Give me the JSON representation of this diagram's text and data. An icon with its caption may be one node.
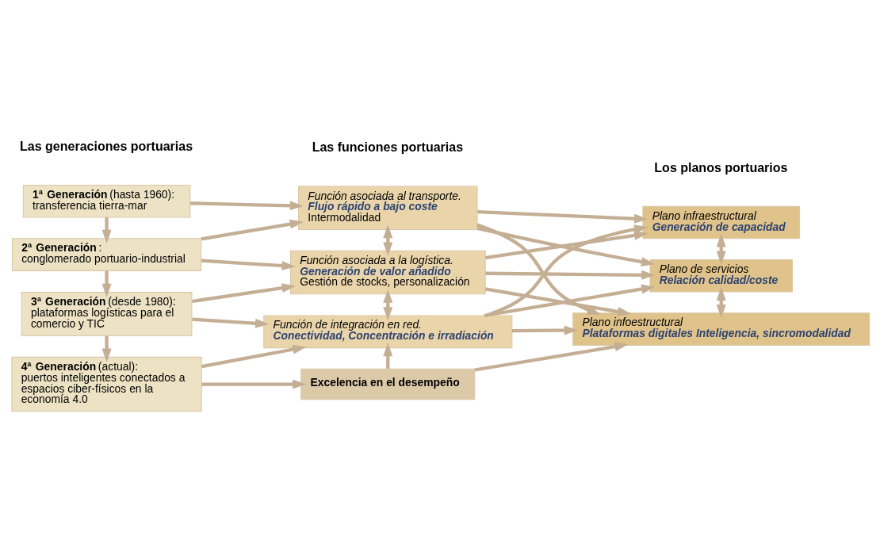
{
  "diagram": {
    "nodes": [
      {
        "text": [
          "**1ª Generación** (hasta 1960):",
          "transferencia tierra-mar"
        ]
      },
      {
        "text": [
          "**2ª Generación**:",
          "conglomerado portuario-industrial"
        ]
      },
      {
        "text": [
          "**3ª Generación** (desde 1980):",
          "plataformas logísticas para el comercio y TIC"
        ]
      },
      {
        "text": [
          "**4ª Generación** (actual):",
          "puertos inteligentes conectados a espacios ciber-físicos en la economía 4.0"
        ]
      },
      {
        "text": [
          "Función asociada al transporte.",
          "Flujo rápido a bajo coste",
          "Intermodalidad"
        ]
      },
      {
        "text": [
          "Función asociada a la logística.",
          "Generación de valor añadido",
          "Gestión de stocks, personalización"
        ]
      },
      {
        "text": [
          "Función de integración en red.",
          "Conectividad, Concentración e irradiación"
        ]
      },
      {
        "text": [
          "Plano infraestructural",
          "Generación de capacidad"
        ]
      },
      {
        "text": [
          "Plano de servicios",
          "Relación calidad/coste"
        ]
      },
      {
        "text": [
          "Plano infoestructural",
          "Plataformas digitales Inteligencia, sincromodalidad"
        ]
      },
      {
        "text": [
          "Excelencia en el desempeño"
        ]
      }
    ],
    "edges": [
      {
        "from": 0,
        "to": 1,
        "arrow": "to"
      },
      {
        "from": 1,
        "to": 2,
        "arrow": "to"
      },
      {
        "from": 2,
        "to": 3,
        "arrow": "to"
      },
      {
        "from": 0,
        "to": 4,
        "arrow": "to"
      },
      {
        "from": 1,
        "to": 4,
        "arrow": "to"
      },
      {
        "from": 1,
        "to": 5,
        "arrow": "to"
      },
      {
        "from": 2,
        "to": 5,
        "arrow": "to"
      },
      {
        "from": 2,
        "to": 6,
        "arrow": "to"
      },
      {
        "from": 3,
        "to": 6,
        "arrow": "to"
      },
      {
        "from": 4,
        "to": 5,
        "arrow": "both"
      },
      {
        "from": 5,
        "to": 6,
        "arrow": "both"
      },
      {
        "from": 4,
        "to": 7,
        "arrow": "to"
      },
      {
        "from": 4,
        "to": 8,
        "arrow": "to"
      },
      {
        "from": 4,
        "to": 9,
        "arrow": "to"
      },
      {
        "from": 5,
        "to": 7,
        "arrow": "to"
      },
      {
        "from": 5,
        "to": 8,
        "arrow": "to"
      },
      {
        "from": 5,
        "to": 9,
        "arrow": "to"
      },
      {
        "from": 6,
        "to": 7,
        "arrow": "to"
      },
      {
        "from": 6,
        "to": 8,
        "arrow": "to"
      },
      {
        "from": 6,
        "to": 9,
        "arrow": "to"
      },
      {
        "from": 7,
        "to": 8,
        "arrow": "both"
      },
      {
        "from": 8,
        "to": 9,
        "arrow": "both"
      },
      {
        "from": 3,
        "to": 10,
        "arrow": "to"
      },
      {
        "from": 10,
        "to": 6,
        "arrow": "to"
      },
      {
        "from": 10,
        "to": 9,
        "arrow": "to"
      }
    ],
    "labels": [
      "Las generaciones portuarias",
      "Las funciones portuarias",
      "Los planos portuarios"
    ]
  }
}
